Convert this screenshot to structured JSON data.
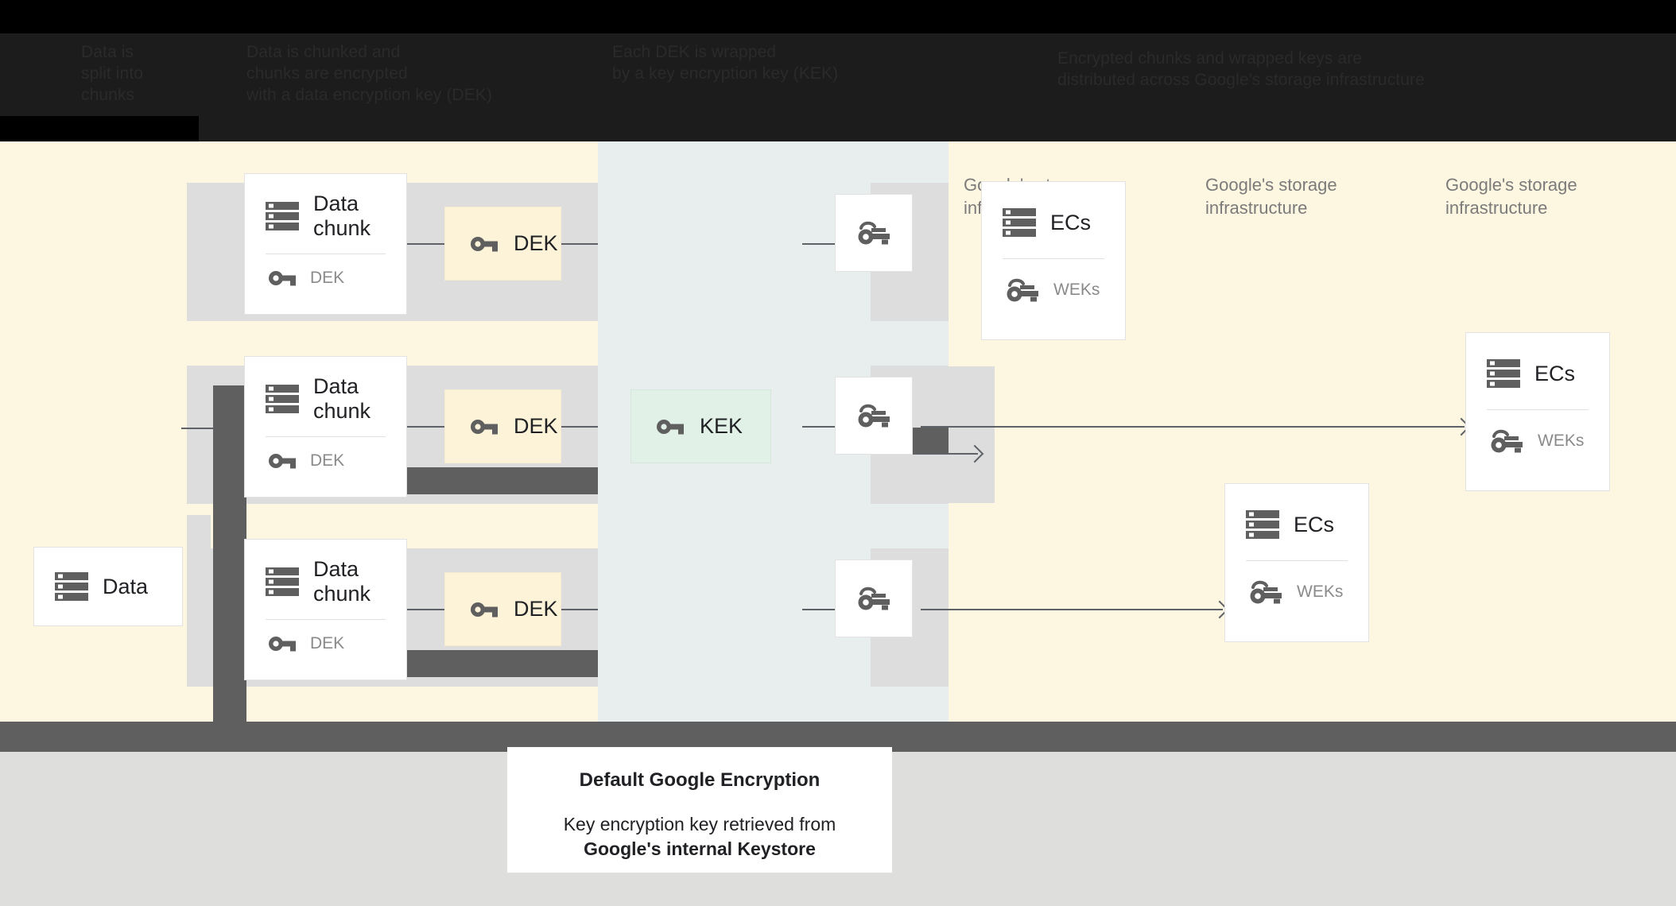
{
  "header": {
    "columns": [
      {
        "id": "col-1",
        "text": "Data is\nsplit into\nchunks"
      },
      {
        "id": "col-2",
        "text": "Data is chunked and\nchunks are encrypted\nwith a data encryption key (DEK)"
      },
      {
        "id": "col-3",
        "text": "Each DEK is wrapped\nby a key encryption key (KEK)"
      },
      {
        "id": "col-4",
        "text": "Encrypted chunks and wrapped keys are\ndistributed across Google's storage infrastructure"
      }
    ]
  },
  "diagram": {
    "source": {
      "title": "Data",
      "icon": "server-icon"
    },
    "chunks": [
      {
        "title": "Data\nchunk",
        "icon": "server-icon",
        "key_label": "DEK",
        "key_icon": "key-icon"
      },
      {
        "title": "Data\nchunk",
        "icon": "server-icon",
        "key_label": "DEK",
        "key_icon": "key-icon"
      },
      {
        "title": "Data\nchunk",
        "icon": "server-icon",
        "key_label": "DEK",
        "key_icon": "key-icon"
      }
    ],
    "deks": [
      {
        "label": "DEK",
        "icon": "key-icon"
      },
      {
        "label": "DEK",
        "icon": "key-icon"
      },
      {
        "label": "DEK",
        "icon": "key-icon"
      }
    ],
    "kek": {
      "label": "KEK",
      "icon": "key-icon"
    },
    "wrapped_keys": [
      {
        "icon": "wrapped-key-icon"
      },
      {
        "icon": "wrapped-key-icon"
      },
      {
        "icon": "wrapped-key-icon"
      }
    ],
    "infra_labels": [
      "Google's storage\ninfrastructure",
      "Google's storage\ninfrastructure",
      "Google's storage\ninfrastructure"
    ],
    "ec_cards": [
      {
        "title": "ECs",
        "icon": "server-icon",
        "key_label": "WEKs",
        "key_icon": "wrapped-key-icon"
      },
      {
        "title": "ECs",
        "icon": "server-icon",
        "key_label": "WEKs",
        "key_icon": "wrapped-key-icon"
      },
      {
        "title": "ECs",
        "icon": "server-icon",
        "key_label": "WEKs",
        "key_icon": "wrapped-key-icon"
      }
    ]
  },
  "caption": {
    "title": "Default Google Encryption",
    "line1": "Key encryption key retrieved from",
    "line2": "Google's internal Keystore"
  },
  "colors": {
    "canvas_cream": "#fdf6e0",
    "kek_column": "#e8edee",
    "row_band": "#dddddd",
    "dark_grey": "#5f5f5f",
    "dek_fill": "#fdf3d8",
    "kek_fill": "#e2f1e8",
    "card_white": "#ffffff",
    "bottom_grey": "#dededc",
    "connector": "#5f6368",
    "muted_text": "#8a8a8a",
    "header_black": "#000000"
  }
}
